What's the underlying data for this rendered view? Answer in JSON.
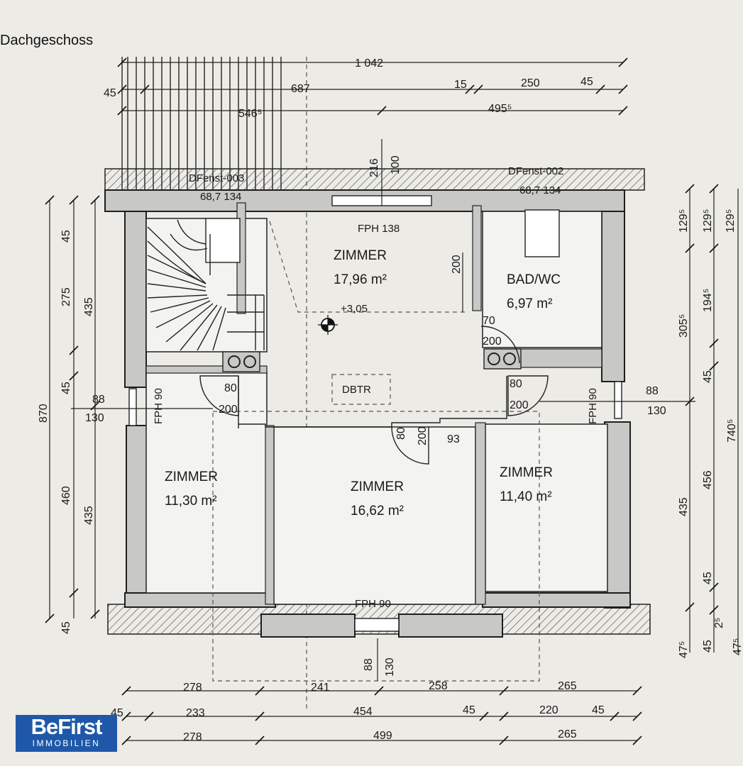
{
  "heading": "Dachgeschoss",
  "logo": {
    "brand": "BeFirst",
    "sub": "IMMOBILIEN"
  },
  "rooms": [
    {
      "name": "ZIMMER",
      "area": "17,96 m²"
    },
    {
      "name": "BAD/WC",
      "area": "6,97 m²"
    },
    {
      "name": "ZIMMER",
      "area": "11,30 m²"
    },
    {
      "name": "ZIMMER",
      "area": "16,62 m²"
    },
    {
      "name": "ZIMMER",
      "area": "11,40 m²"
    }
  ],
  "labels": {
    "fph138": "FPH 138",
    "fph90_left": "FPH 90",
    "fph90_right": "FPH 90",
    "fph90_bottom": "FPH 90",
    "level": "+3,05",
    "dbtr": "DBTR",
    "dfenst003": "DFenst-003",
    "dfenst003_size": "68,7 134",
    "dfenst002": "DFenst-002",
    "dfenst002_size": "68,7 134"
  },
  "dims_top": {
    "total": "1 042",
    "a45": "45",
    "a687": "687",
    "a15": "15",
    "a250": "250",
    "a45b": "45",
    "b546": "546⁵",
    "b495": "495⁵",
    "v216": "216",
    "v100": "100"
  },
  "dims_left": {
    "total": "870",
    "a45": "45",
    "a275": "275",
    "a45b": "45",
    "a460": "460",
    "a45c": "45",
    "b435": "435",
    "b435b": "435",
    "w88": "88",
    "w130": "130"
  },
  "dims_right": {
    "a129": "129⁵",
    "b129": "129⁵",
    "c129": "129⁵",
    "a305": "305⁵",
    "a194": "194⁵",
    "a45": "45",
    "a435": "435",
    "a456": "456",
    "a740": "740⁵",
    "a45b": "45",
    "a47": "47⁵",
    "a45c": "45",
    "a2": "2⁵",
    "a47b": "47⁵",
    "w88": "88",
    "w130": "130"
  },
  "dims_inner": {
    "v200": "200",
    "d70": "70",
    "d200": "200",
    "l80": "80",
    "l200": "200",
    "r80": "80",
    "r200": "200",
    "c80": "80",
    "c200": "200",
    "c93": "93",
    "b88": "88",
    "b130": "130"
  },
  "dims_bottom": {
    "r1a": "278",
    "r1b": "241",
    "r1c": "258",
    "r1d": "265",
    "r2a": "45",
    "r2b": "233",
    "r2c": "454",
    "r2d": "45",
    "r2e": "220",
    "r2f": "45",
    "r3a": "278",
    "r3b": "499",
    "r3c": "265"
  }
}
